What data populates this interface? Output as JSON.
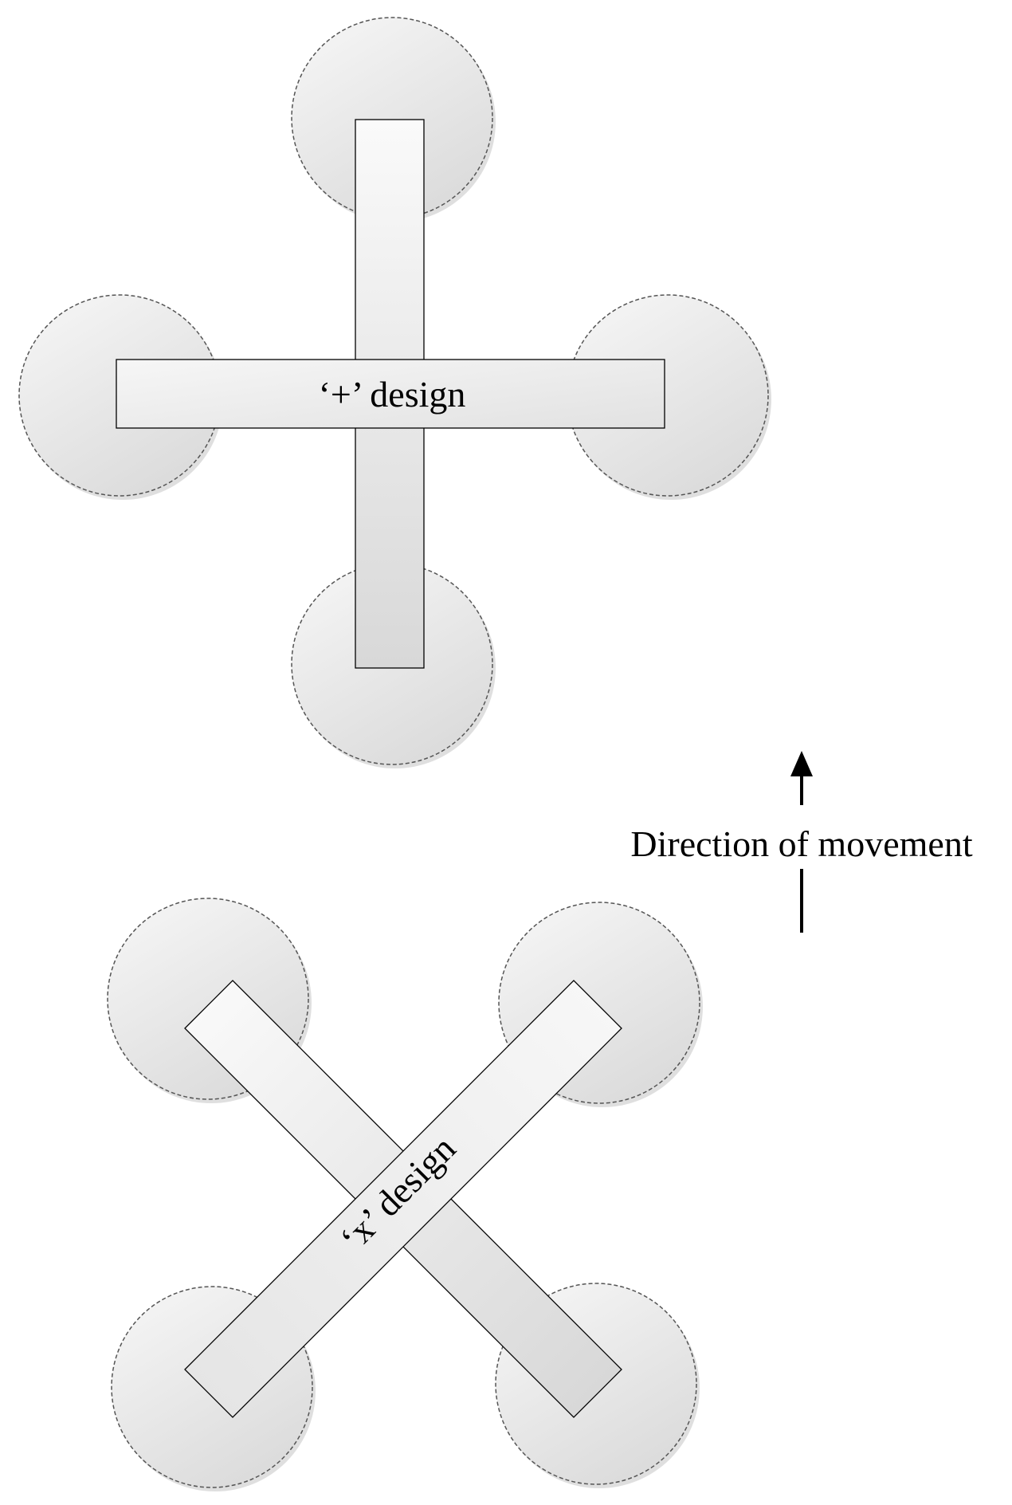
{
  "plus_design": {
    "label": "‘+’ design"
  },
  "x_design": {
    "label": "‘x’ design"
  },
  "direction": {
    "label": "Direction of movement"
  },
  "colors": {
    "rotor_fill_light": "#f7f7f7",
    "rotor_fill_dark": "#dcdcdc",
    "rotor_stroke": "#555555",
    "arm_fill_light": "#fafafa",
    "arm_fill_dark": "#d8d8d8",
    "arm_stroke": "#000000",
    "arrow": "#000000",
    "shadow": "#bdbdbd"
  }
}
